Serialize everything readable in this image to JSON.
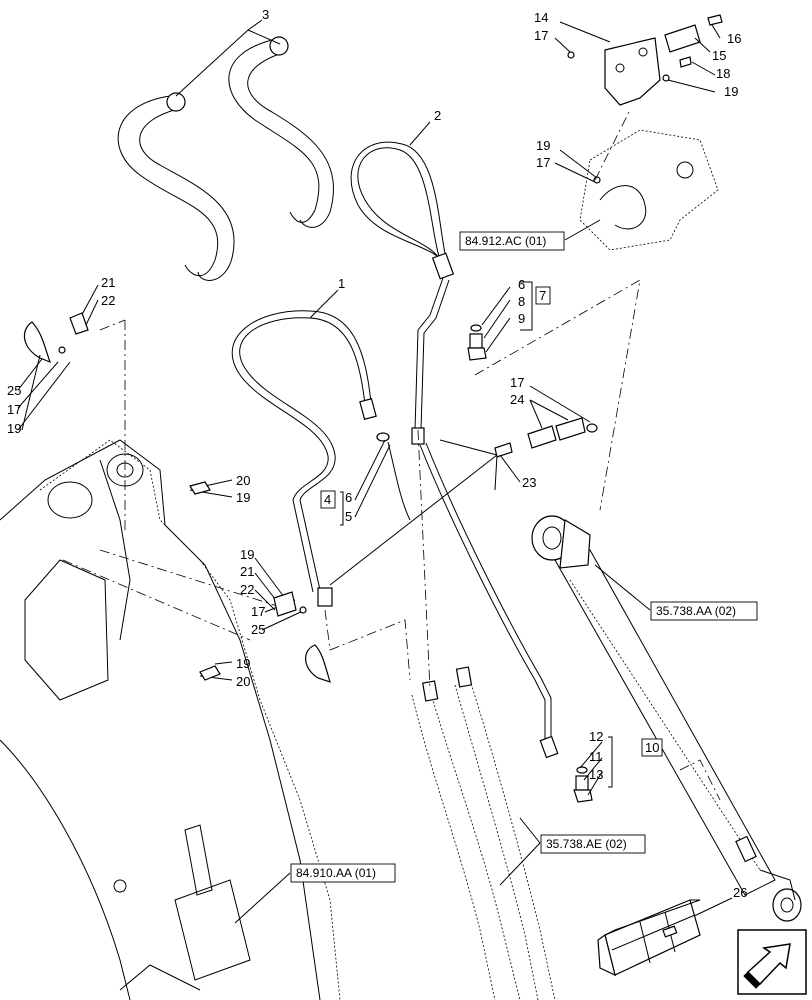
{
  "callouts": {
    "c1": "1",
    "c2": "2",
    "c3": "3",
    "c4": "4",
    "c5": "5",
    "c6a": "6",
    "c6b": "6",
    "c7": "7",
    "c8": "8",
    "c9": "9",
    "c10": "10",
    "c11": "11",
    "c12": "12",
    "c13": "13",
    "c14": "14",
    "c15": "15",
    "c16": "16",
    "c17a": "17",
    "c17b": "17",
    "c17c": "17",
    "c17d": "17",
    "c17e": "17",
    "c18": "18",
    "c19a": "19",
    "c19b": "19",
    "c19c": "19",
    "c19d": "19",
    "c19e": "19",
    "c19f": "19",
    "c20a": "20",
    "c20b": "20",
    "c21a": "21",
    "c21b": "21",
    "c22a": "22",
    "c22b": "22",
    "c23": "23",
    "c24": "24",
    "c25a": "25",
    "c25b": "25",
    "c26": "26"
  },
  "references": {
    "ref_84_912": "84.912.AC (01)",
    "ref_35_738_aa": "35.738.AA (02)",
    "ref_35_738_ae": "35.738.AE (02)",
    "ref_84_910": "84.910.AA (01)"
  },
  "nav_icon": "next-page-arrow-icon"
}
